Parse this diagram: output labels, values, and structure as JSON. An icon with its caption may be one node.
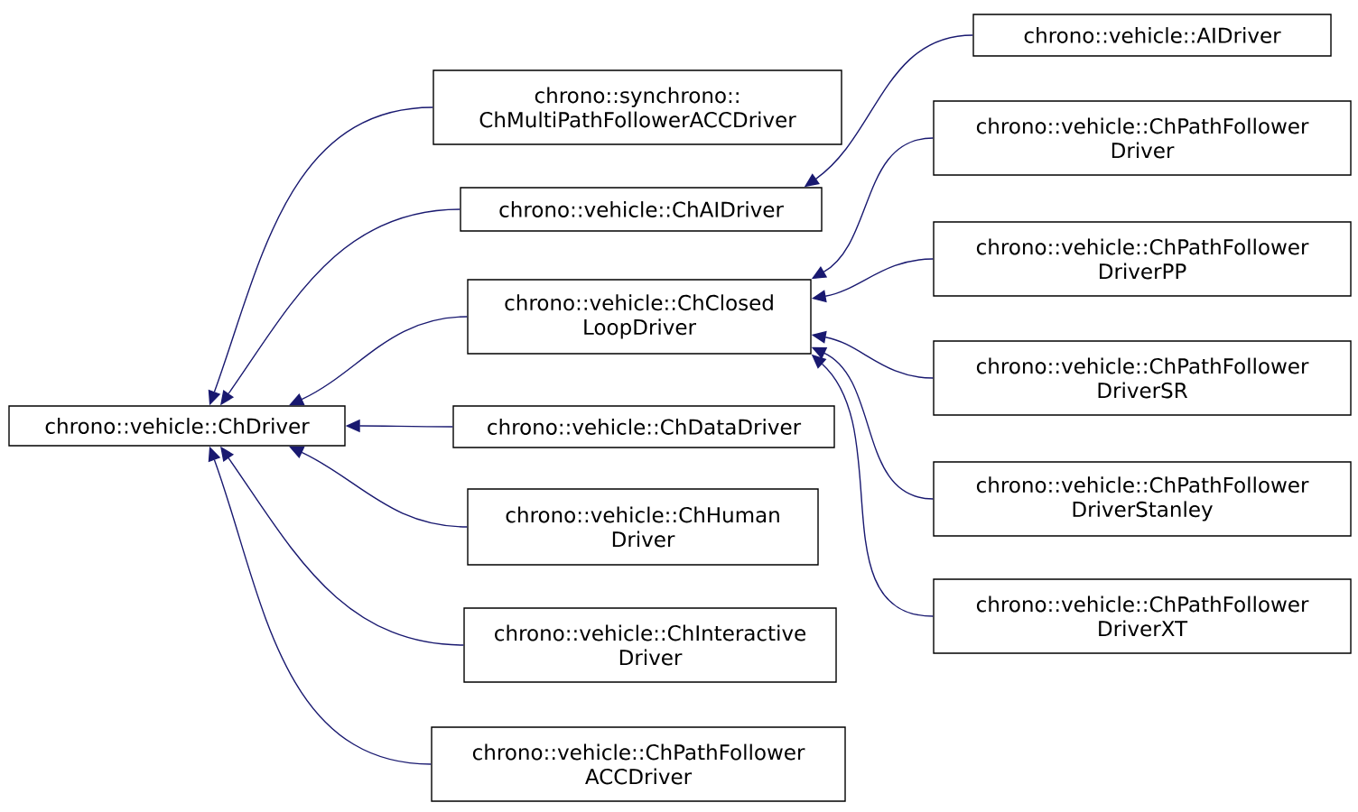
{
  "diagram": {
    "nodes": [
      {
        "text": [
          "chrono::vehicle::ChDriver"
        ]
      },
      {
        "text": [
          "chrono::synchrono:: ChMultiPathFollowerACCDriver"
        ]
      },
      {
        "text": [
          "chrono::vehicle::ChAIDriver"
        ]
      },
      {
        "text": [
          "chrono::vehicle::ChClosed LoopDriver"
        ]
      },
      {
        "text": [
          "chrono::vehicle::ChDataDriver"
        ]
      },
      {
        "text": [
          "chrono::vehicle::ChHuman Driver"
        ]
      },
      {
        "text": [
          "chrono::vehicle::ChInteractive Driver"
        ]
      },
      {
        "text": [
          "chrono::vehicle::ChPathFollower ACCDriver"
        ]
      },
      {
        "text": [
          "chrono::vehicle::AIDriver"
        ]
      },
      {
        "text": [
          "chrono::vehicle::ChPathFollower Driver"
        ]
      },
      {
        "text": [
          "chrono::vehicle::ChPathFollower DriverPP"
        ]
      },
      {
        "text": [
          "chrono::vehicle::ChPathFollower DriverSR"
        ]
      },
      {
        "text": [
          "chrono::vehicle::ChPathFollower DriverStanley"
        ]
      },
      {
        "text": [
          "chrono::vehicle::ChPathFollower DriverXT"
        ]
      }
    ],
    "edges": [
      {
        "from": 1,
        "to": 0,
        "arrow": "to"
      },
      {
        "from": 2,
        "to": 0,
        "arrow": "to"
      },
      {
        "from": 3,
        "to": 0,
        "arrow": "to"
      },
      {
        "from": 4,
        "to": 0,
        "arrow": "to"
      },
      {
        "from": 5,
        "to": 0,
        "arrow": "to"
      },
      {
        "from": 6,
        "to": 0,
        "arrow": "to"
      },
      {
        "from": 7,
        "to": 0,
        "arrow": "to"
      },
      {
        "from": 8,
        "to": 2,
        "arrow": "to"
      },
      {
        "from": 9,
        "to": 3,
        "arrow": "to"
      },
      {
        "from": 10,
        "to": 3,
        "arrow": "to"
      },
      {
        "from": 11,
        "to": 3,
        "arrow": "to"
      },
      {
        "from": 12,
        "to": 3,
        "arrow": "to"
      },
      {
        "from": 13,
        "to": 3,
        "arrow": "to"
      }
    ]
  }
}
